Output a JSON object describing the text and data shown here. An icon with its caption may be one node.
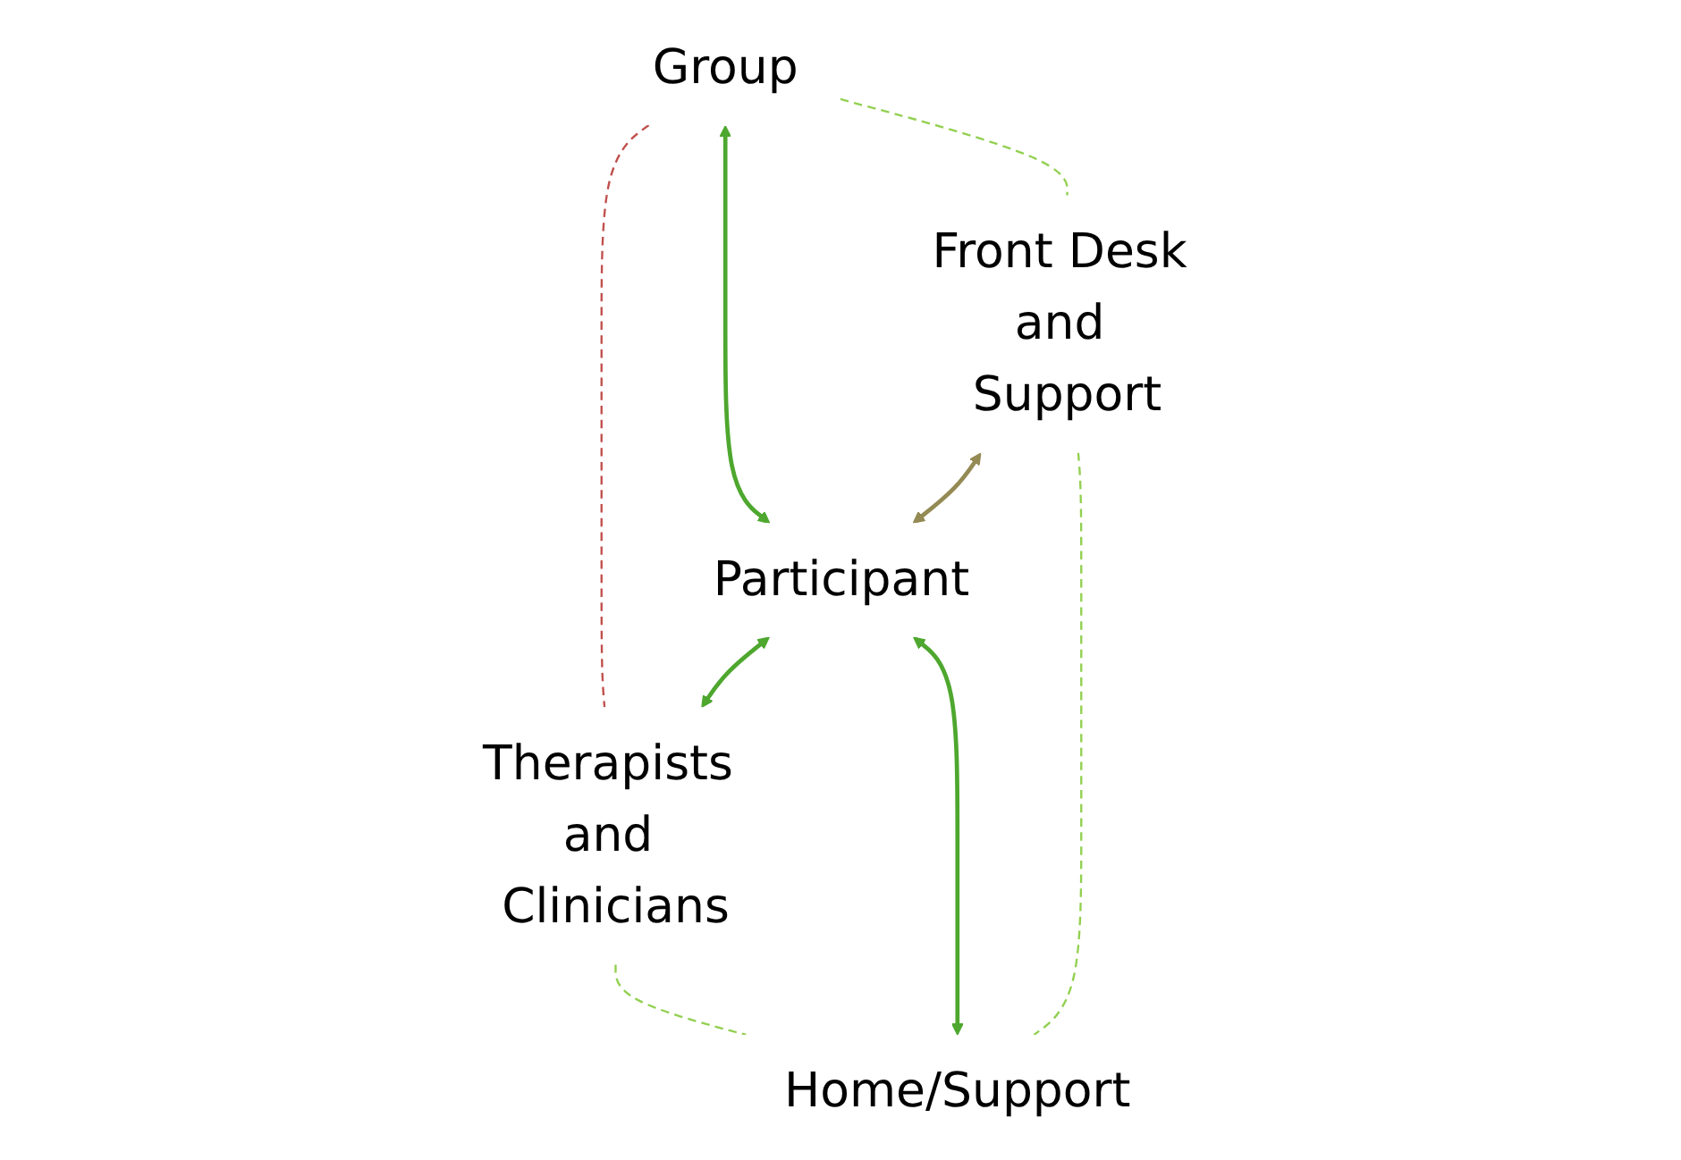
{
  "diagram": {
    "nodes": [
      {
        "text": [
          "Group"
        ]
      },
      {
        "text": [
          "Therapists and Clinicians"
        ]
      },
      {
        "text": [
          "Participant"
        ]
      },
      {
        "text": [
          "Front Desk and Support"
        ]
      },
      {
        "text": [
          "Home/Support"
        ]
      }
    ],
    "edges": [
      {
        "from": 0,
        "to": 1,
        "arrow": "none",
        "style": "dashed",
        "color": "#c0504d"
      },
      {
        "from": 0,
        "to": 2,
        "arrow": "both",
        "color": "#4ea72e"
      },
      {
        "from": 2,
        "to": 1,
        "arrow": "both",
        "color": "#4ea72e"
      },
      {
        "from": 0,
        "to": 3,
        "arrow": "none",
        "style": "dashed",
        "color": "#92d050"
      },
      {
        "from": 1,
        "to": 4,
        "arrow": "none",
        "style": "dashed",
        "color": "#92d050"
      },
      {
        "from": 3,
        "to": 2,
        "arrow": "both",
        "color": "#948a54"
      },
      {
        "from": 2,
        "to": 4,
        "arrow": "both",
        "color": "#4ea72e"
      },
      {
        "from": 3,
        "to": 4,
        "arrow": "none",
        "style": "dashed",
        "color": "#92d050"
      }
    ]
  }
}
